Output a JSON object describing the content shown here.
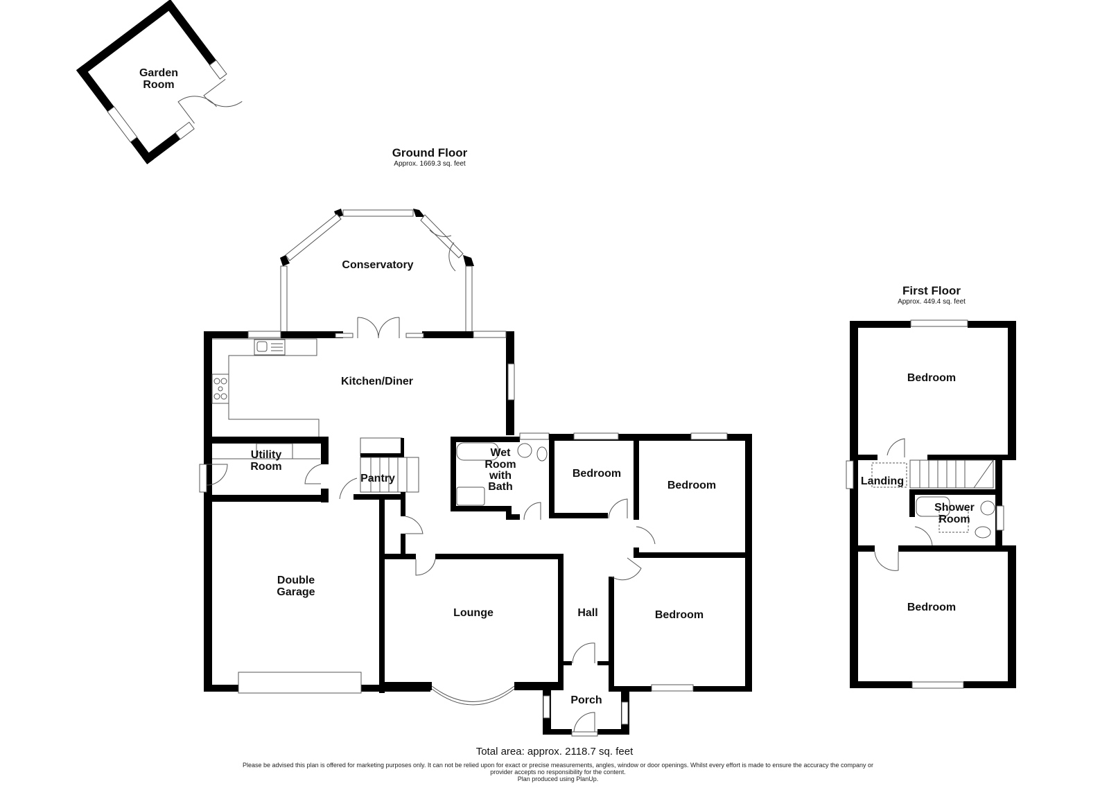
{
  "plans": {
    "ground_floor": {
      "title": "Ground Floor",
      "area": "Approx. 1669.3 sq. feet",
      "rooms": {
        "conservatory": "Conservatory",
        "kitchen_diner": "Kitchen/Diner",
        "utility_room": [
          "Utility",
          "Room"
        ],
        "pantry": "Pantry",
        "wet_room": [
          "Wet",
          "Room",
          "with",
          "Bath"
        ],
        "bedroom_1": "Bedroom",
        "bedroom_2": "Bedroom",
        "bedroom_3": "Bedroom",
        "double_garage": [
          "Double",
          "Garage"
        ],
        "lounge": "Lounge",
        "hall": "Hall",
        "porch": "Porch"
      }
    },
    "garden_room": {
      "label": [
        "Garden",
        "Room"
      ]
    },
    "first_floor": {
      "title": "First Floor",
      "area": "Approx. 449.4 sq. feet",
      "rooms": {
        "bedroom_top": "Bedroom",
        "landing": "Landing",
        "shower_room": [
          "Shower",
          "Room"
        ],
        "bedroom_bottom": "Bedroom"
      }
    }
  },
  "footer": {
    "total_area": "Total area: approx. 2118.7 sq. feet",
    "disclaimer_line1": "Please be advised this plan is offered for marketing purposes only. It can not be relied upon for exact or precise measurements, angles, window or door openings. Whilst every effort is made to ensure the accuracy the company or",
    "disclaimer_line2": "provider accepts no responsibility for the content.",
    "disclaimer_line3": "Plan produced using PlanUp."
  }
}
